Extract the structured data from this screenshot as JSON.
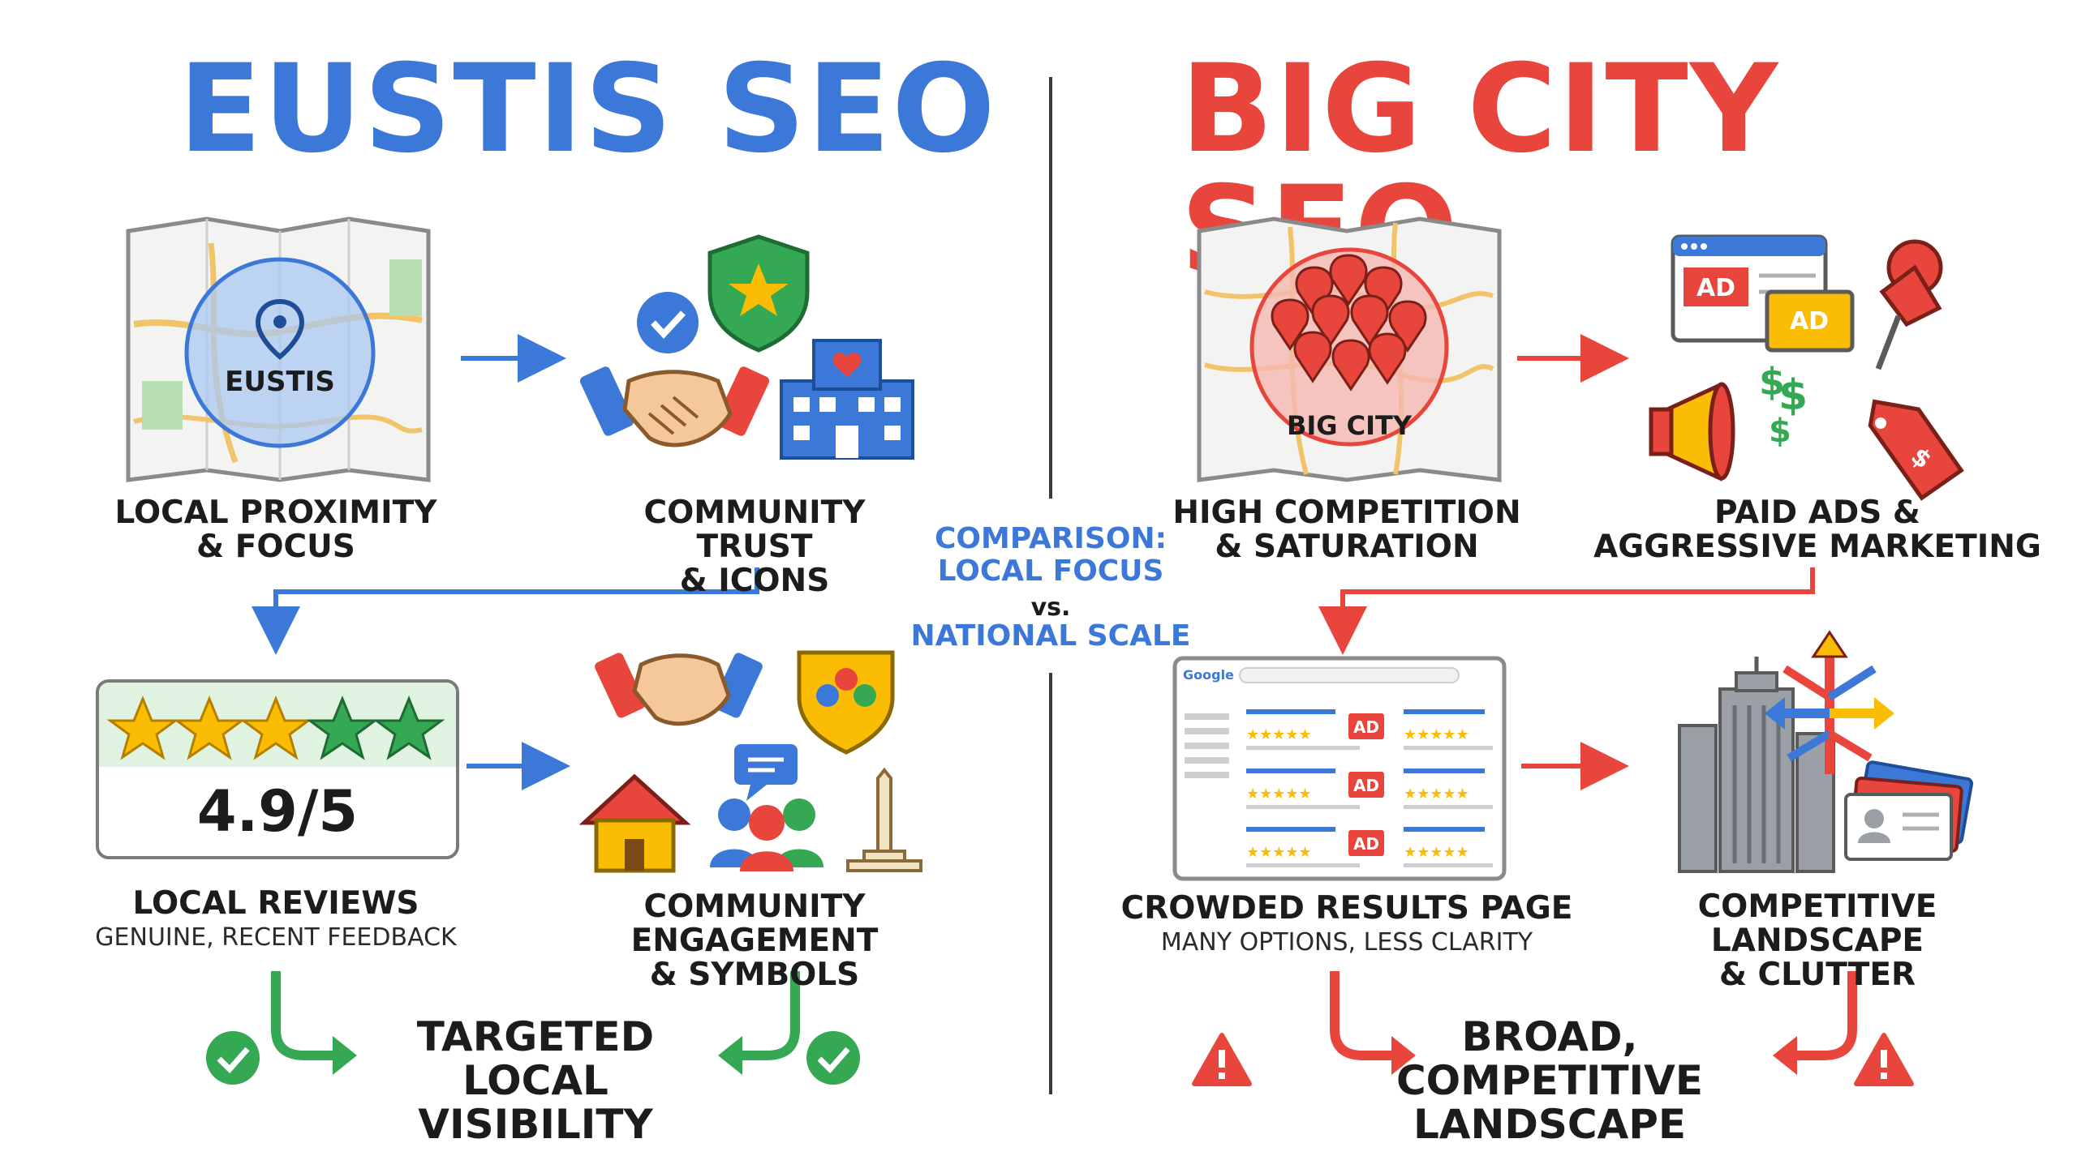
{
  "left": {
    "title": "EUSTIS SEO",
    "map_label": "EUSTIS",
    "steps": [
      {
        "label": "LOCAL PROXIMITY\n& FOCUS"
      },
      {
        "label": "COMMUNITY TRUST\n& ICONS"
      },
      {
        "label": "LOCAL REVIEWS",
        "sub": "GENUINE, RECENT FEEDBACK"
      },
      {
        "label": "COMMUNITY ENGAGEMENT\n& SYMBOLS"
      }
    ],
    "rating": "4.9/5",
    "outcome": "TARGETED\nLOCAL VISIBILITY"
  },
  "right": {
    "title": "BIG CITY SEO",
    "map_label": "BIG CITY",
    "ad_label": "AD",
    "search_brand": "Google",
    "steps": [
      {
        "label": "HIGH COMPETITION\n& SATURATION"
      },
      {
        "label": "PAID ADS &\nAGGRESSIVE MARKETING"
      },
      {
        "label": "CROWDED RESULTS PAGE",
        "sub": "MANY OPTIONS, LESS CLARITY"
      },
      {
        "label": "COMPETITIVE LANDSCAPE\n& CLUTTER"
      }
    ],
    "outcome": "BROAD, COMPETITIVE\nLANDSCAPE"
  },
  "center": {
    "line1": "COMPARISON:",
    "line2": "LOCAL FOCUS",
    "line3": "vs.",
    "line4": "NATIONAL SCALE"
  },
  "colors": {
    "blue": "#3c78d8",
    "red": "#e8453c",
    "green": "#34a853",
    "yellow": "#fbbc04"
  }
}
